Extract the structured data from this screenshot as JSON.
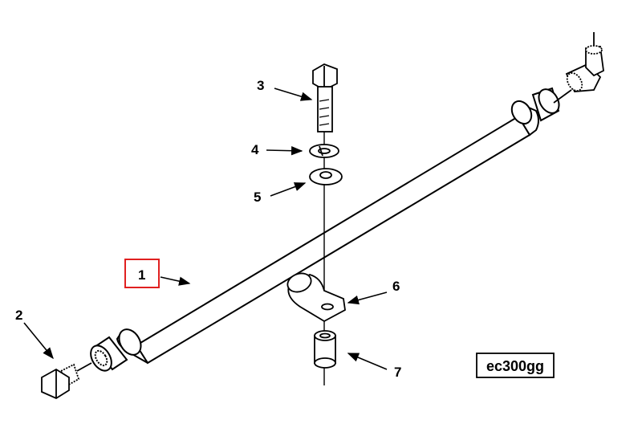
{
  "callouts": {
    "c1": "1",
    "c2": "2",
    "c3": "3",
    "c4": "4",
    "c5": "5",
    "c6": "6",
    "c7": "7"
  },
  "figure_code": "ec300gg",
  "colors": {
    "highlight": "#e02020",
    "ink": "#000000",
    "background": "#ffffff"
  }
}
